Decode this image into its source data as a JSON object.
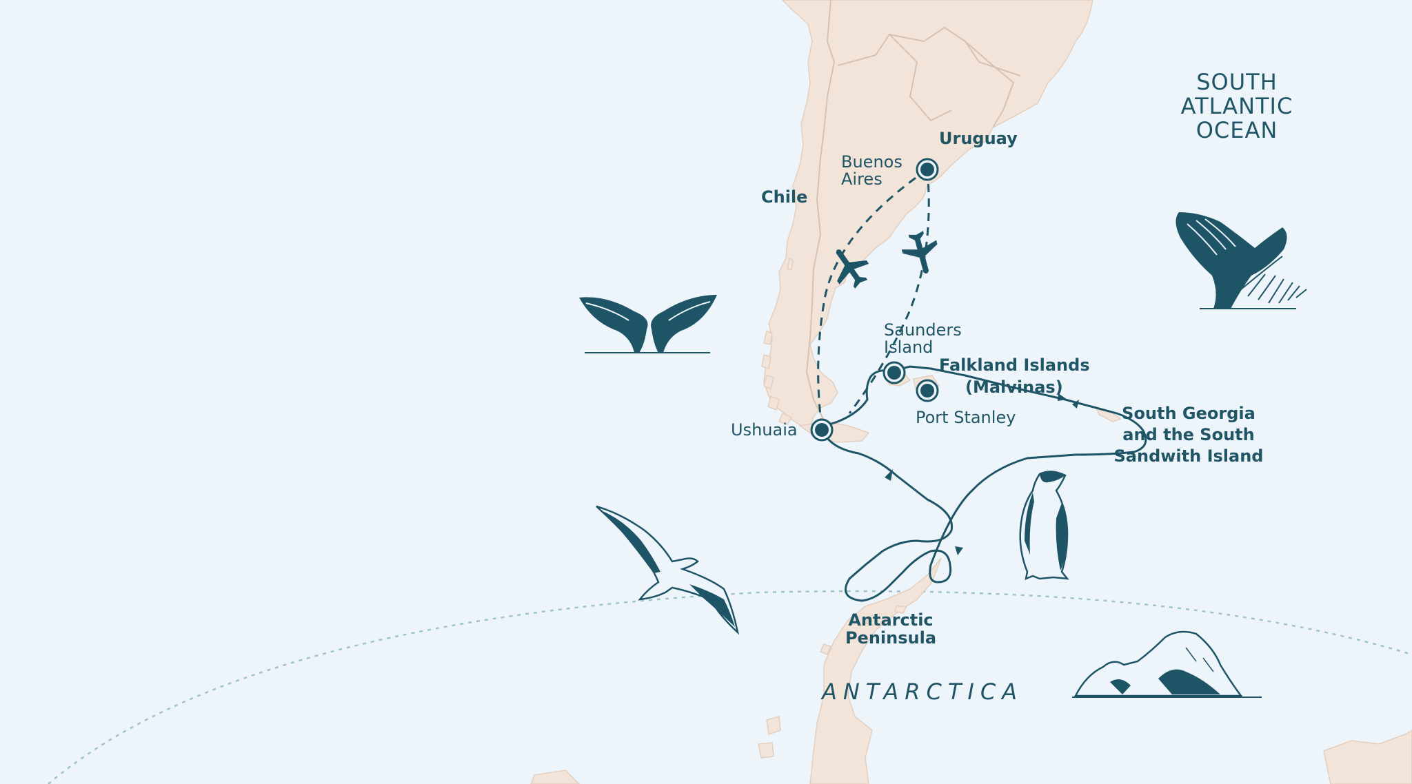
{
  "colors": {
    "ocean": "#eef5fa",
    "land": "#f3e4d9",
    "border": "#d6c2b3",
    "route": "#1e5566",
    "label": "#1f5565",
    "circle_line": "#9ec3cc"
  },
  "labels": {
    "ocean": [
      "SOUTH",
      "ATLANTIC",
      "OCEAN"
    ],
    "uruguay": "Uruguay",
    "buenos_aires": [
      "Buenos",
      "Aires"
    ],
    "chile": "Chile",
    "saunders": [
      "Saunders",
      "Island"
    ],
    "falklands": [
      "Falkland Islands",
      "(Malvinas)"
    ],
    "port_stanley": "Port Stanley",
    "ushuaia": "Ushuaia",
    "south_georgia": [
      "South Georgia",
      "and the South",
      "Sandwith Island"
    ],
    "antarctic_peninsula": [
      "Antarctic",
      "Peninsula"
    ],
    "antarctica": "ANTARCTICA"
  },
  "stops": [
    "Buenos Aires",
    "Ushuaia",
    "Saunders Island",
    "Port Stanley"
  ],
  "icons": [
    "airplane-icon",
    "airplane-icon",
    "whale-tail-icon",
    "humpback-whale-icon",
    "albatross-icon",
    "penguin-icon",
    "iceberg-icon"
  ]
}
